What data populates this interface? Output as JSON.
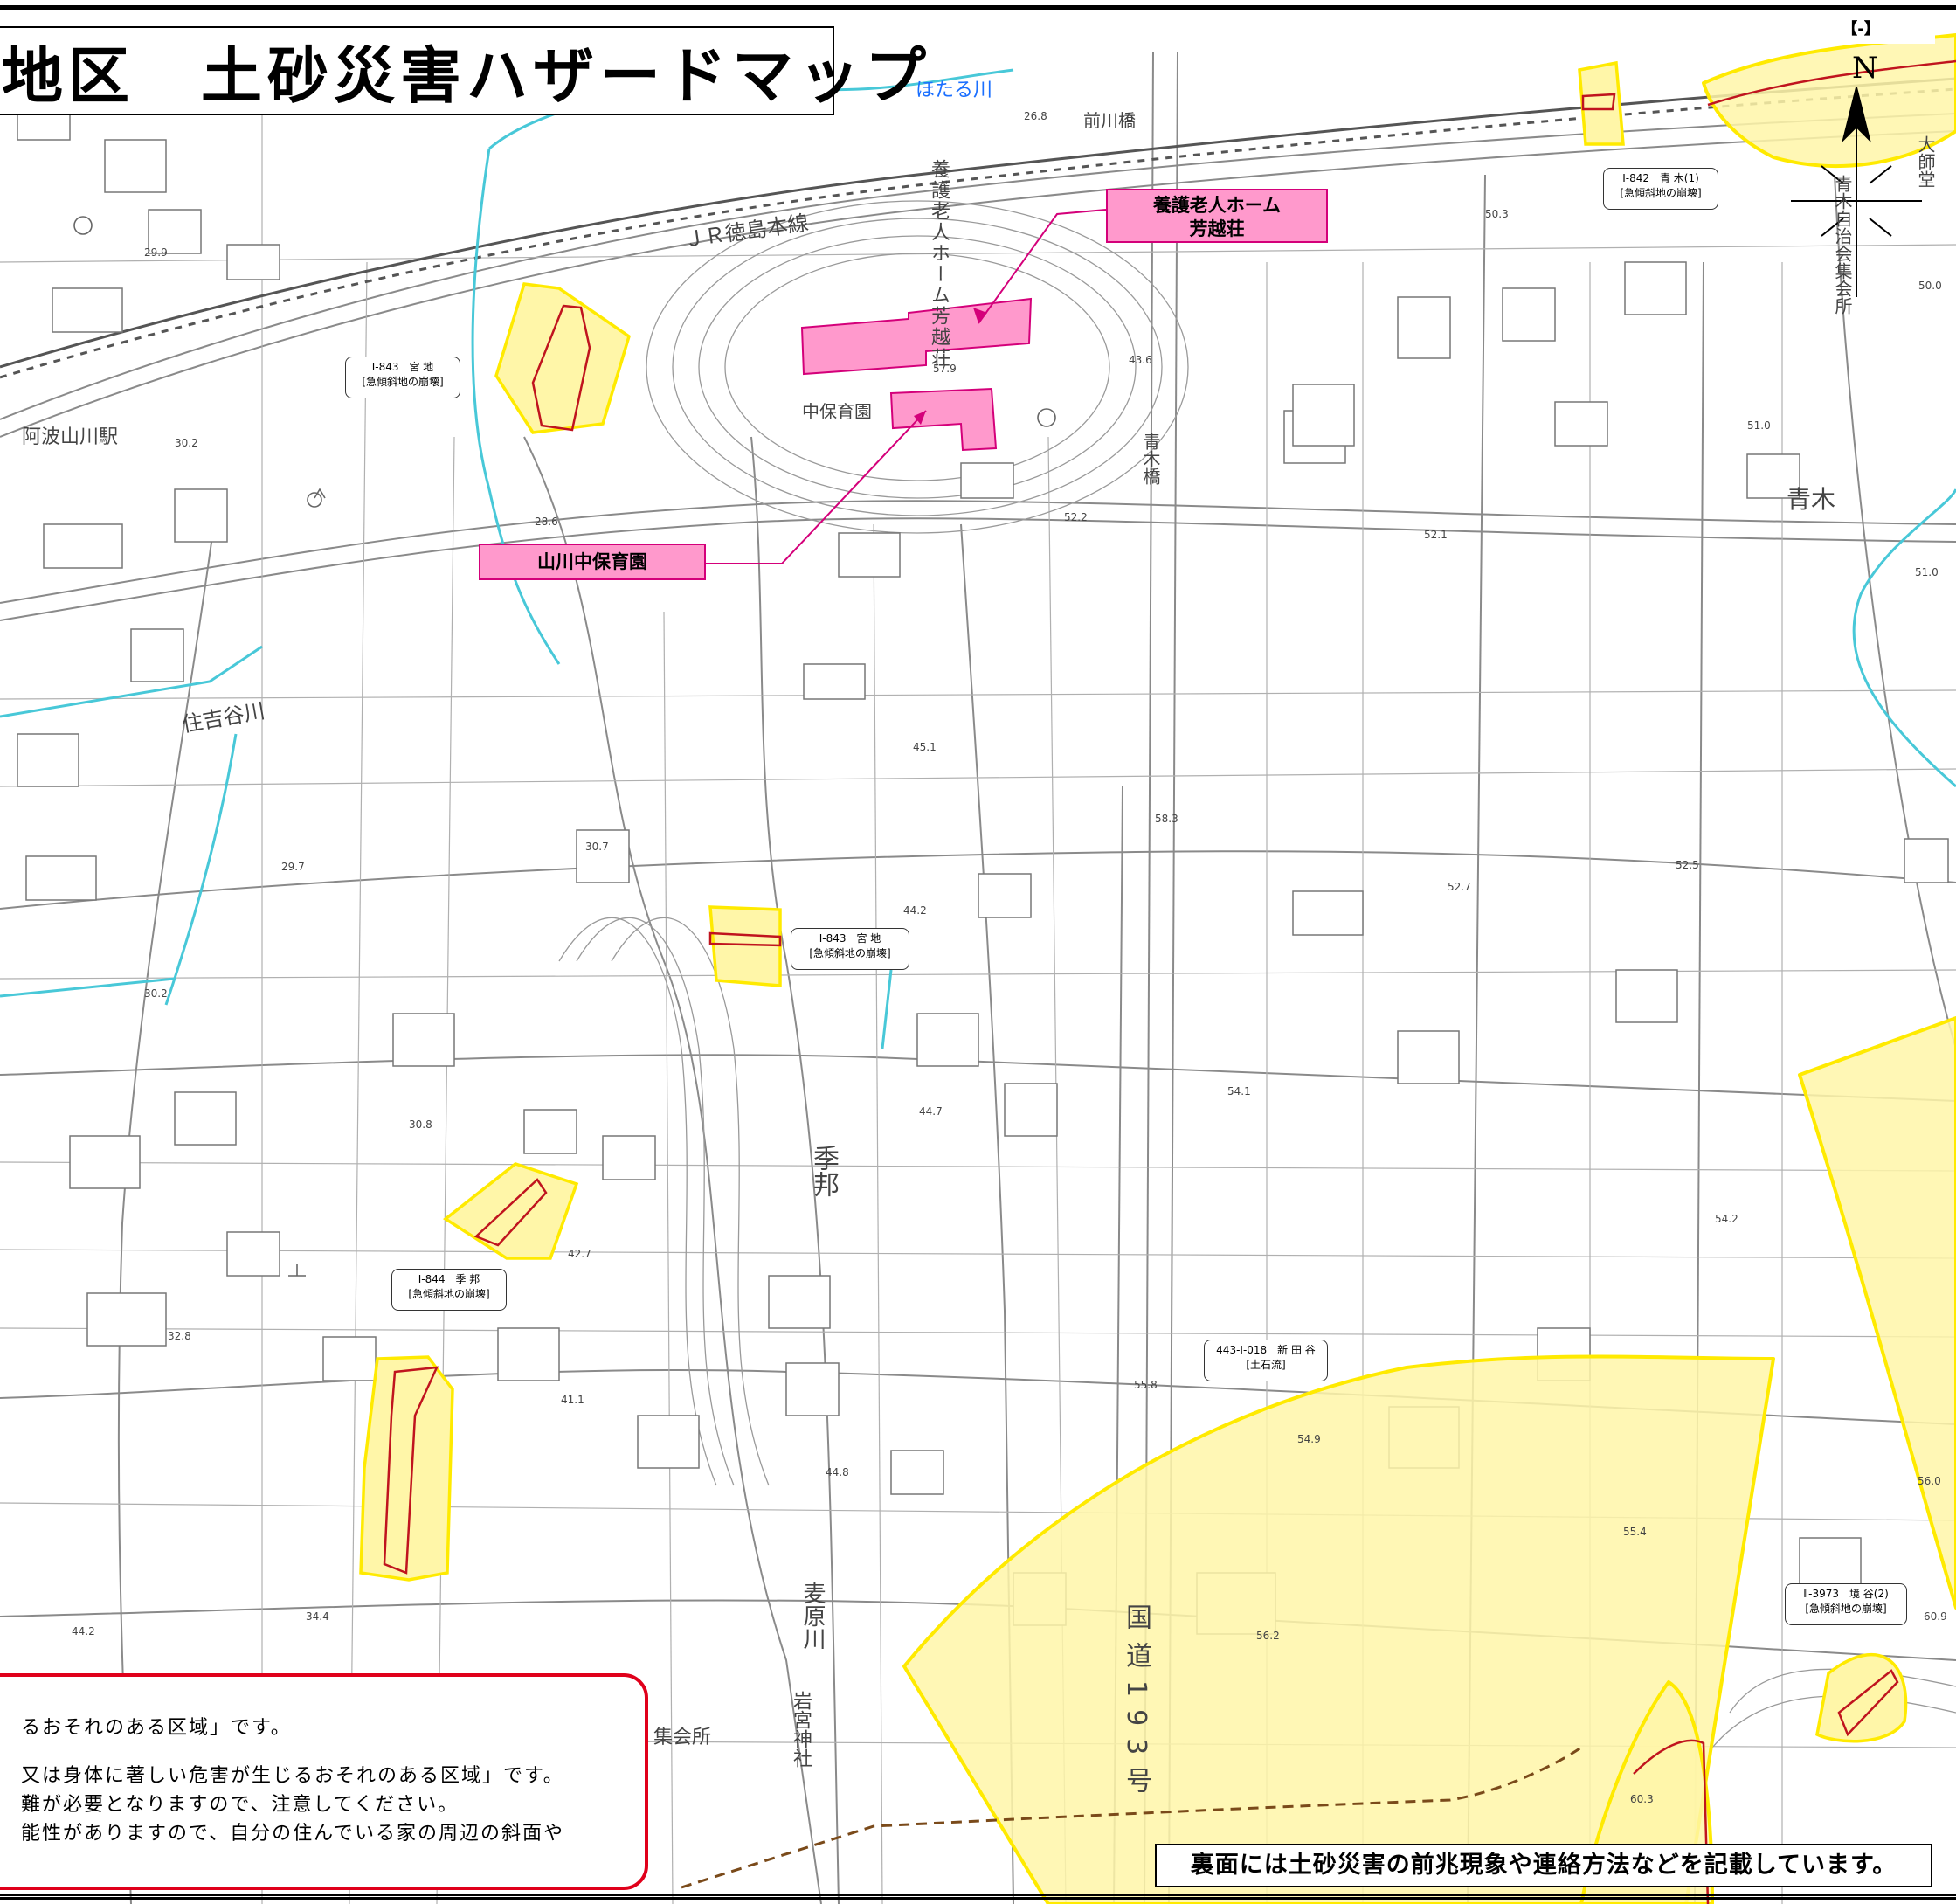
{
  "title": "地区　土砂災害ハザードマップ",
  "page_badge": "【-】",
  "north_symbol": "N",
  "colors": {
    "hazard_fill": "#fff6a8",
    "hazard_outline": "#ffea00",
    "special_zone_outline": "#c0141e",
    "river": "#48c8d8",
    "callout_fill": "#ff99cc",
    "callout_border": "#d4007a",
    "legend_border": "#e0001b"
  },
  "facilities": {
    "home": {
      "line1": "養護老人ホーム",
      "line2": "芳越荘"
    },
    "nursery": "山川中保育園"
  },
  "site_labels": [
    {
      "id": "I-843 宮地 (north)",
      "code": "Ⅰ-843　宮 地",
      "type": "[急傾斜地の崩壊]"
    },
    {
      "id": "I-842 青木(1)",
      "code": "Ⅰ-842　青 木(1)",
      "type": "[急傾斜地の崩壊]"
    },
    {
      "id": "I-843 宮地 (south)",
      "code": "Ⅰ-843　宮 地",
      "type": "[急傾斜地の崩壊]"
    },
    {
      "id": "I-844 季邦",
      "code": "Ⅰ-844　季 邦",
      "type": "[急傾斜地の崩壊]"
    },
    {
      "id": "443-I-018 新田谷",
      "code": "443-Ⅰ-018　新 田 谷",
      "type": "[土石流]"
    },
    {
      "id": "II-3973 境谷(2)",
      "code": "Ⅱ-3973　境 谷(2)",
      "type": "[急傾斜地の崩壊]"
    }
  ],
  "place_names": {
    "hotaru": "ほたる川",
    "maekawa_bridge": "前川橋",
    "jr_line": "ＪＲ徳島本線",
    "home_vertical": "養護老人ホーム芳越荘",
    "nursery_map": "中保育園",
    "awa_yamakawa": "阿波山川駅",
    "sumiyoshi": "住吉谷川",
    "aoki": "青木",
    "aoki_bridge": "青木橋",
    "kihou": "季邦",
    "mugihara": "麦原川",
    "iwamiya": "岩宮神社",
    "shuukaisho": "集会所",
    "route193": "国道193号",
    "yakushido": "大師堂",
    "aoki_hall": "青木自治会集会所"
  },
  "elevations": [
    "26.8",
    "29.9",
    "30.2",
    "28.6",
    "57.9",
    "52.2",
    "43.6",
    "50.3",
    "51.0",
    "52.1",
    "51.0",
    "50.0",
    "45.1",
    "58.3",
    "30.7",
    "29.7",
    "44.2",
    "52.5",
    "52.7",
    "30.2",
    "44.7",
    "54.1",
    "30.8",
    "42.7",
    "54.2",
    "32.8",
    "41.1",
    "55.8",
    "54.9",
    "44.8",
    "56.0",
    "55.4",
    "56.2",
    "34.4",
    "44.2",
    "60.9",
    "60.3"
  ],
  "legend_lines": [
    "るおそれのある区域」です。",
    "又は身体に著しい危害が生じるおそれのある区域」です。",
    "難が必要となりますので、注意してください。",
    "能性がありますので、自分の住んでいる家の周辺の斜面や"
  ],
  "notice": "裏面には土砂災害の前兆現象や連絡方法などを記載しています。"
}
